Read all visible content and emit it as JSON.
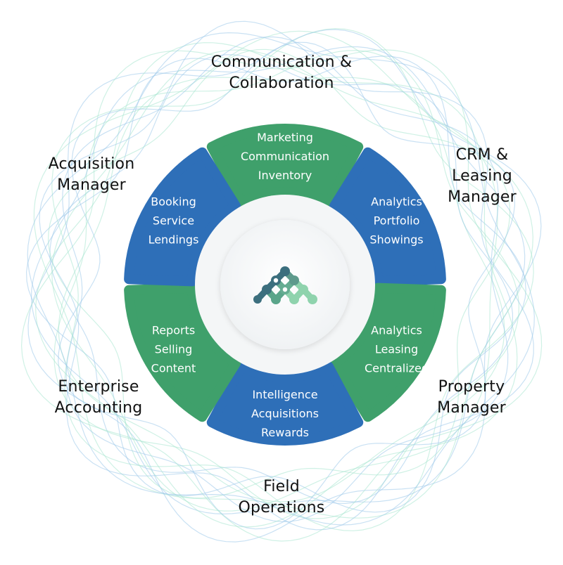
{
  "colors": {
    "green": "#3fa06b",
    "blue": "#2e6fb8",
    "ribbon_green": "#a8e6cf",
    "ribbon_blue": "#9cc9ea",
    "logo_dark": "#3c6f7e",
    "logo_light": "#8fd3ad"
  },
  "outer_labels": {
    "top": [
      "Communication &",
      "Collaboration"
    ],
    "top_right": [
      "CRM &",
      "Leasing",
      "Manager"
    ],
    "bottom_right": [
      "Property",
      "Manager"
    ],
    "bottom": [
      "Field",
      "Operations"
    ],
    "bottom_left": [
      "Enterprise",
      "Accounting"
    ],
    "top_left": [
      "Acquisition",
      "Manager"
    ]
  },
  "segments": {
    "top": {
      "color": "green",
      "items": [
        "Marketing",
        "Communication",
        "Inventory"
      ]
    },
    "upper_right": {
      "color": "blue",
      "items": [
        "Analytics",
        "Portfolio",
        "Showings"
      ]
    },
    "lower_right": {
      "color": "green",
      "items": [
        "Analytics",
        "Leasing",
        "Centralized"
      ]
    },
    "bottom": {
      "color": "blue",
      "items": [
        "Intelligence",
        "Acquisitions",
        "Rewards"
      ]
    },
    "lower_left": {
      "color": "green",
      "items": [
        "Reports",
        "Selling",
        "Content"
      ]
    },
    "upper_left": {
      "color": "blue",
      "items": [
        "Booking",
        "Service",
        "Lendings"
      ]
    }
  },
  "center": {
    "logo": "network-triangle-logo"
  }
}
